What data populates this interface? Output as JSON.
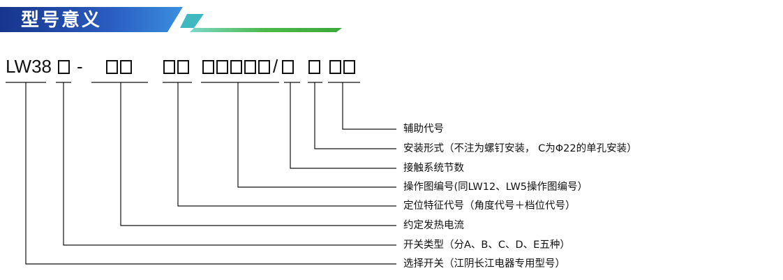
{
  "header": {
    "title": "型号意义"
  },
  "model": {
    "prefix": "LW38",
    "dash": "-",
    "slash": "/"
  },
  "descriptions": [
    {
      "id": "aux",
      "text": "辅助代号"
    },
    {
      "id": "mount",
      "text": "安装形式（不注为螺钉安装， C为Φ22的单孔安装）"
    },
    {
      "id": "sections",
      "text": "接触系统节数"
    },
    {
      "id": "diagram-no",
      "text": "操作图编号(同LW12、LW5操作图编号）"
    },
    {
      "id": "positioning",
      "text": "定位特征代号（角度代号＋档位代号）"
    },
    {
      "id": "current",
      "text": "约定发热电流"
    },
    {
      "id": "switch-type",
      "text": "开关类型（分A、B、C、D、E五种）"
    },
    {
      "id": "select",
      "text": "选择开关（江阴长江电器专用型号）"
    }
  ],
  "colors": {
    "header_blue": "#1a3f9a",
    "header_green": "#4cb848",
    "line": "#111111"
  }
}
